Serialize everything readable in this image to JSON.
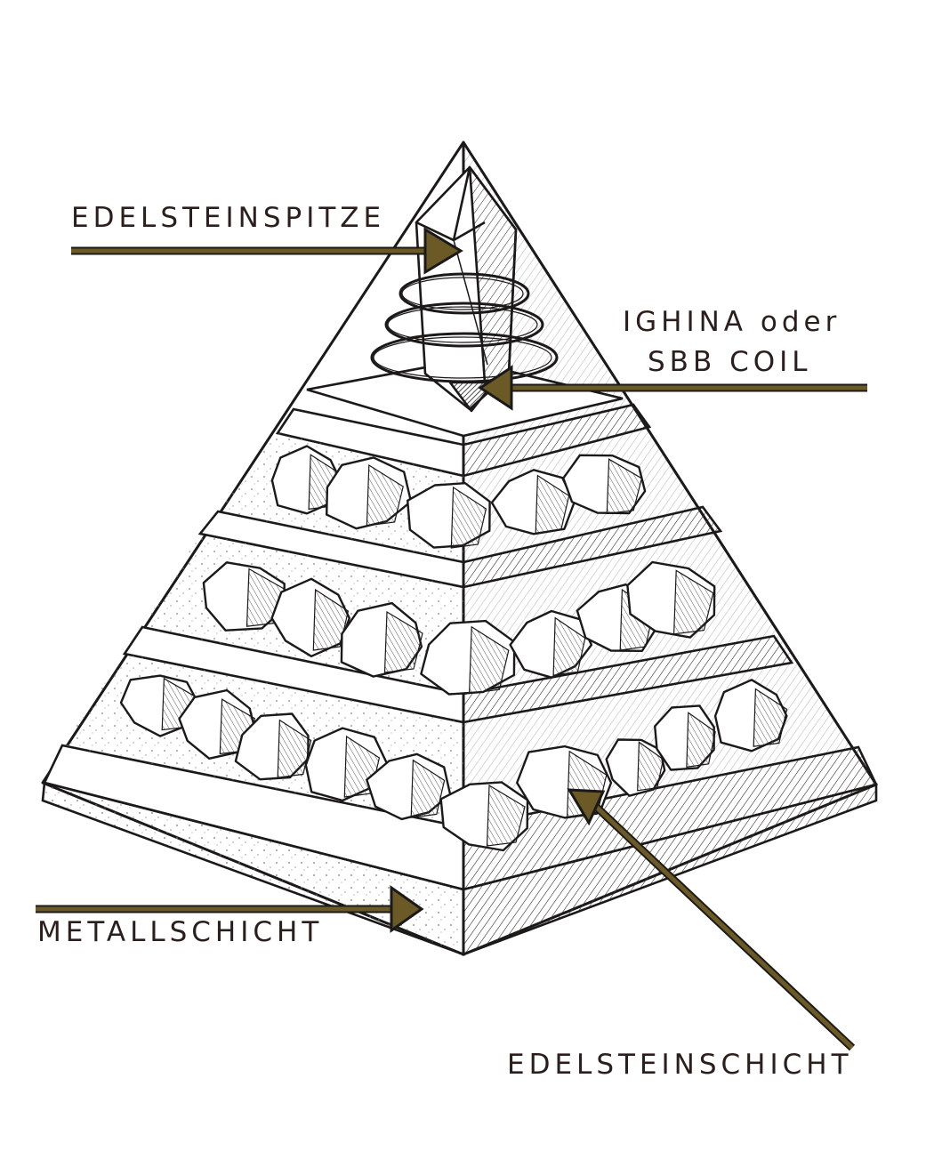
{
  "labels": {
    "tip": "EDELSTEINSPITZE",
    "coil_line1": "IGHINA oder",
    "coil_line2": "SBB COIL",
    "metal": "METALLSCHICHT",
    "gem": "EDELSTEINSCHICHT"
  },
  "colors": {
    "ink": "#1c1a19",
    "arrow": "#6b5a26",
    "label_text": "#2a1f1d",
    "background": "#ffffff"
  },
  "icons": [
    "crystal-point-icon",
    "copper-coil-icon",
    "gemstone-icon"
  ]
}
